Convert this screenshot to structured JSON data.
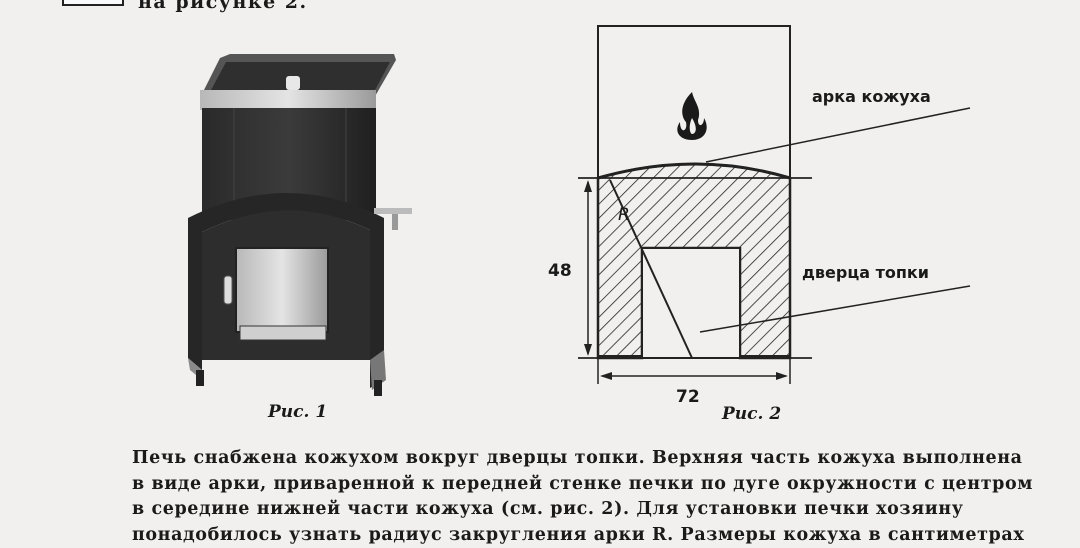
{
  "header_fragment": "на рисунке 2.",
  "figure1": {
    "caption": "Рис. 1"
  },
  "figure2": {
    "caption": "Рис. 2",
    "labels": {
      "arch": "арка кожуха",
      "door": "дверца топки",
      "radius": "R",
      "height": "48",
      "width": "72"
    }
  },
  "paragraph": {
    "lines": [
      "Печь снабжена кожухом вокруг дверцы топки. Верхняя часть кожуха выполнена",
      "в виде арки, приваренной к передней стенке печки по дуге окружности с центром",
      "в середине нижней части кожуха (см. рис. 2). Для установки печки хозяину",
      "понадобилось узнать радиус закругления арки R. Размеры кожуха в сантиметрах"
    ]
  }
}
